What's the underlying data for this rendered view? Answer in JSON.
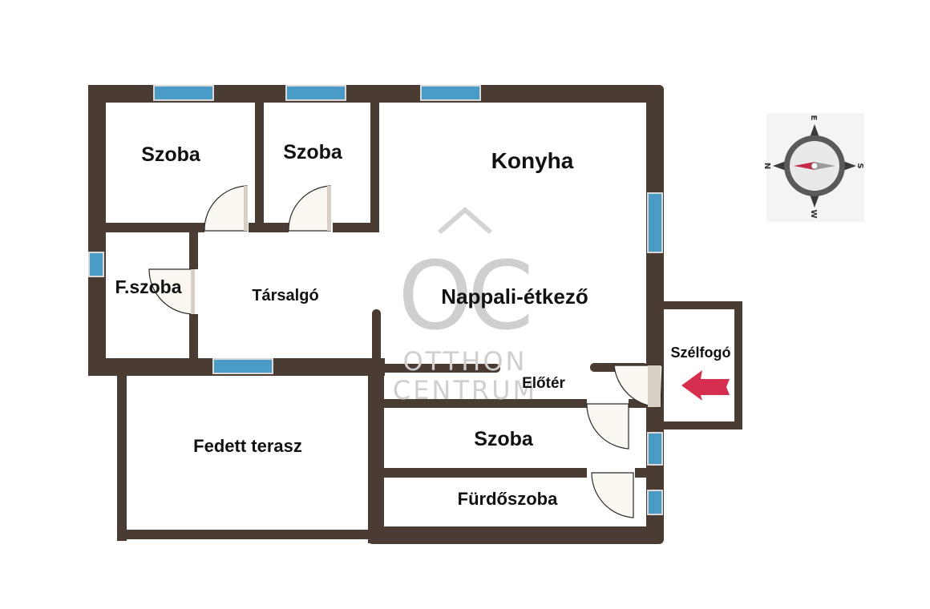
{
  "rooms": {
    "szoba_1": "Szoba",
    "szoba_2": "Szoba",
    "konyha": "Konyha",
    "fszoba": "F.szoba",
    "tarsalgo": "Társalgó",
    "nappali": "Nappali-étkező",
    "szelfogo": "Szélfogó",
    "eloter": "Előtér",
    "terasz": "Fedett terasz",
    "szoba_3": "Szoba",
    "furdo": "Fürdőszoba"
  },
  "watermark": {
    "logo": "OC",
    "line1": "OTTHON",
    "line2": "CENTRUM"
  },
  "compass": {
    "top": "E",
    "right": "S",
    "bottom": "W",
    "left": "N"
  },
  "colors": {
    "wall": "#4a3b33",
    "window": "#4a9bc6",
    "door": "#fbf7f1",
    "entrance_arrow": "#d62e4f"
  }
}
